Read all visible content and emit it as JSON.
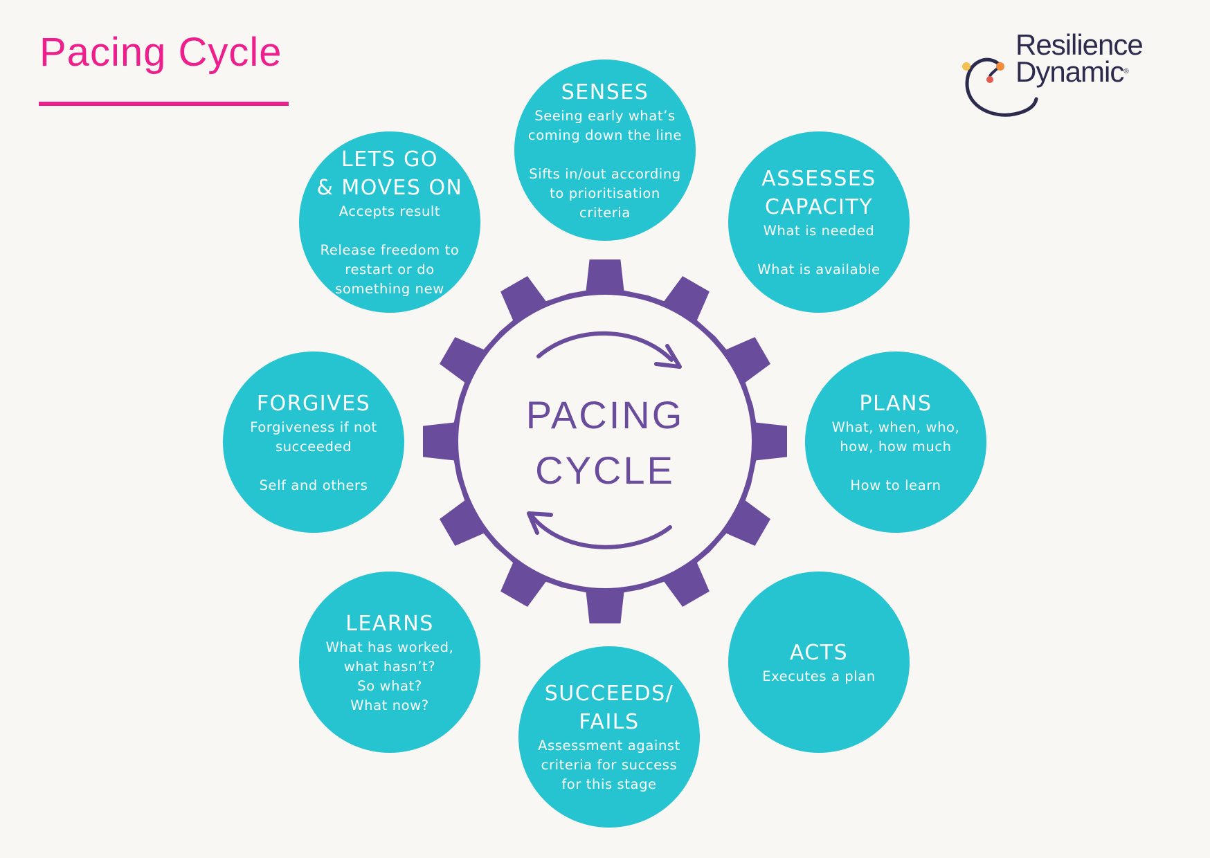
{
  "header": {
    "title": "Pacing Cycle"
  },
  "logo": {
    "line1": "Resilience",
    "line2": "Dynamic",
    "mark": "®"
  },
  "center": {
    "line1": "PACING",
    "line2": "CYCLE"
  },
  "colors": {
    "title": "#ee1f8c",
    "node_fill": "#25c4d0",
    "gear": "#6a4c9c",
    "background": "#f9f7f4",
    "logo_text": "#2c2b4d"
  },
  "nodes": {
    "senses": {
      "title": "SENSES",
      "desc": "Seeing early what’s\ncoming down the line\n\nSifts in/out according\nto prioritisation\ncriteria"
    },
    "assesses": {
      "title": "ASSESSES\nCAPACITY",
      "desc": "What is needed\n\nWhat is available"
    },
    "plans": {
      "title": "PLANS",
      "desc": "What, when, who,\nhow, how much\n\nHow to learn"
    },
    "acts": {
      "title": "ACTS",
      "desc": "Executes a plan"
    },
    "succeeds": {
      "title": "SUCCEEDS/\nFAILS",
      "desc": "Assessment against\ncriteria for success\nfor this stage"
    },
    "learns": {
      "title": "LEARNS",
      "desc": "What has worked,\nwhat hasn’t?\nSo what?\nWhat now?"
    },
    "forgives": {
      "title": "FORGIVES",
      "desc": "Forgiveness if not\nsucceeded\n\nSelf and others"
    },
    "letsgo": {
      "title": "LETS GO\n& MOVES ON",
      "desc": "Accepts result\n\nRelease freedom to\nrestart or do\nsomething new"
    }
  }
}
